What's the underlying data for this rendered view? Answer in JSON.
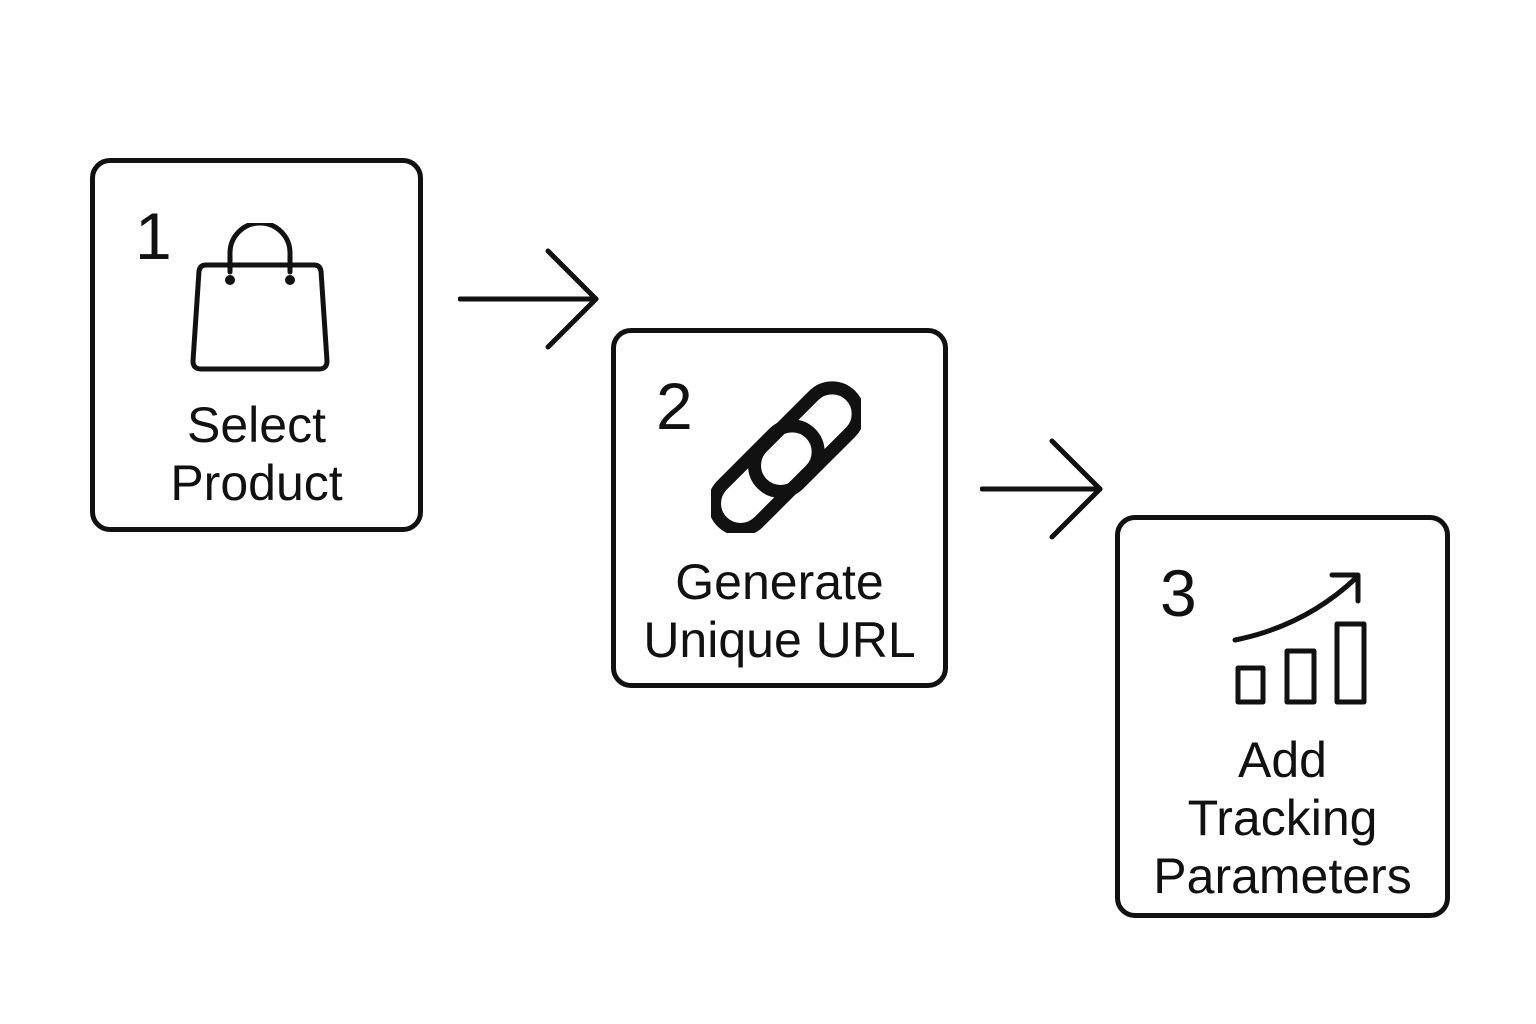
{
  "steps": [
    {
      "number": "1",
      "label_lines": [
        "Select",
        "Product"
      ],
      "icon": "shopping-bag-icon"
    },
    {
      "number": "2",
      "label_lines": [
        "Generate",
        "Unique URL"
      ],
      "icon": "link-chain-icon"
    },
    {
      "number": "3",
      "label_lines": [
        "Add",
        "Tracking",
        "Parameters"
      ],
      "icon": "growth-bar-chart-icon"
    }
  ],
  "connectors": [
    "arrow-right-icon",
    "arrow-right-icon"
  ],
  "colors": {
    "stroke": "#111111",
    "background": "#ffffff"
  }
}
